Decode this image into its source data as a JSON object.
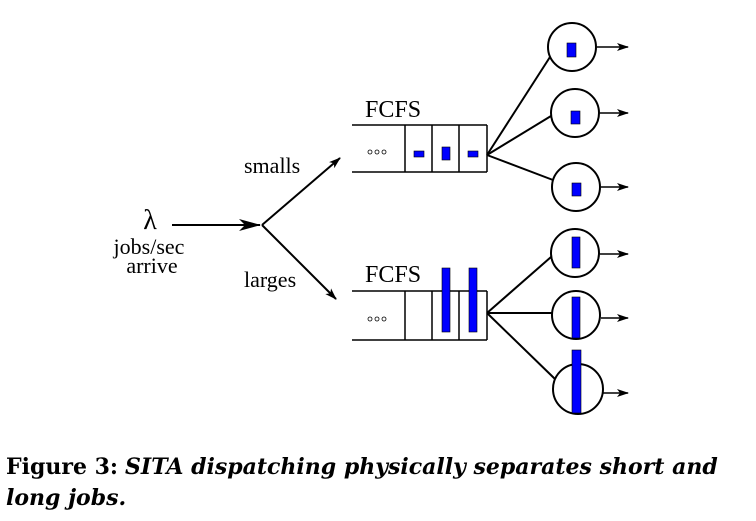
{
  "diagram": {
    "arrival": {
      "symbol": "λ",
      "line1": "jobs/sec",
      "line2": "arrive"
    },
    "branches": [
      {
        "label": "smalls",
        "queue_label": "FCFS",
        "queue_dots": "ooo",
        "queued_job_sizes": [
          "small",
          "medium",
          "small"
        ],
        "servers": 3,
        "server_job_sizes": [
          "small",
          "small",
          "small"
        ]
      },
      {
        "label": "larges",
        "queue_label": "FCFS",
        "queue_dots": "ooo",
        "queued_job_sizes": [
          "empty",
          "large",
          "large"
        ],
        "servers": 3,
        "server_job_sizes": [
          "large",
          "large",
          "large"
        ]
      }
    ],
    "colors": {
      "job": "#0000ff",
      "stroke": "#000000"
    }
  },
  "caption": {
    "figure_label": "Figure 3:",
    "text": "SITA dispatching physically separates short and long jobs."
  }
}
